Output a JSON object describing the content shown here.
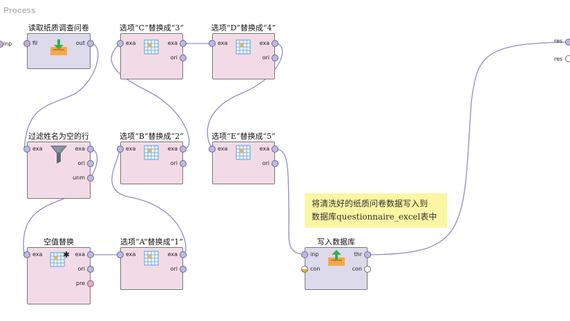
{
  "process": {
    "title": "Process"
  },
  "outer_ports": {
    "left_input": "inp",
    "right_results": [
      "res",
      "res"
    ]
  },
  "colors": {
    "data_port": "#b9b9f0",
    "nominal_port": "#c7a6e0",
    "pmml_port": "#e8a8c9",
    "connection_port": "#f0a830",
    "box_pink": "#f2dbe7",
    "box_lavender": "#dcdaeb",
    "wire": "#9a9ad2",
    "note": "#fbf6a3"
  },
  "operators": {
    "read_paper": {
      "label": "读取纸质调查问卷",
      "icon": "read-download-icon",
      "inputs": [
        "fil"
      ],
      "outputs": [
        "out"
      ]
    },
    "filter_empty": {
      "label": "过滤姓名为空的行",
      "icon": "filter-funnel-icon",
      "inputs": [
        "exa"
      ],
      "outputs": [
        "exa",
        "ori",
        "unm"
      ]
    },
    "replace_missing": {
      "label": "空值替换",
      "icon": "missing-replace-icon",
      "inputs": [
        "exa"
      ],
      "outputs": [
        "exa",
        "ori",
        "pre"
      ]
    },
    "replace_a": {
      "label": "选项“A”替换成“1”",
      "icon": "table-replace-icon",
      "inputs": [
        "exa"
      ],
      "outputs": [
        "exa",
        "ori"
      ]
    },
    "replace_b": {
      "label": "选项“B”替换成“2”",
      "icon": "table-replace-icon",
      "inputs": [
        "exa"
      ],
      "outputs": [
        "exa",
        "ori"
      ]
    },
    "replace_c": {
      "label": "选项“C”替换成“3”",
      "icon": "table-replace-icon",
      "inputs": [
        "exa"
      ],
      "outputs": [
        "exa",
        "ori"
      ]
    },
    "replace_d": {
      "label": "选项“D”替换成“4”",
      "icon": "table-replace-icon",
      "inputs": [
        "exa"
      ],
      "outputs": [
        "exa",
        "ori"
      ]
    },
    "replace_e": {
      "label": "选项“E”替换成“5”",
      "icon": "table-replace-icon",
      "inputs": [
        "exa"
      ],
      "outputs": [
        "exa",
        "ori"
      ]
    },
    "write_db": {
      "label": "写入数据库",
      "icon": "write-upload-icon",
      "inputs": [
        "inp",
        "con"
      ],
      "outputs": [
        "thr",
        "con"
      ]
    }
  },
  "note": {
    "line1": "将清洗好的纸质问卷数据写入到",
    "line2": "数据库questionnaire_excel表中"
  }
}
